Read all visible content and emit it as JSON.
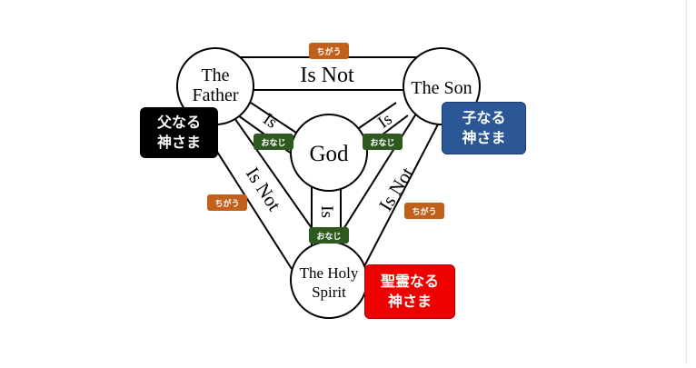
{
  "nodes": {
    "father": {
      "line1": "The",
      "line2": "Father"
    },
    "son": {
      "line1": "The Son"
    },
    "spirit": {
      "line1": "The Holy",
      "line2": "Spirit"
    },
    "god": {
      "line1": "God"
    }
  },
  "edges": {
    "father_son": "Is Not",
    "father_spirit": "Is Not",
    "son_spirit": "Is Not",
    "father_god": "Is",
    "son_god": "Is",
    "spirit_god": "Is"
  },
  "tags": {
    "diff_top": "ちがう",
    "diff_left": "ちがう",
    "diff_right": "ちがう",
    "same_left": "おなじ",
    "same_right": "おなじ",
    "same_bottom": "おなじ"
  },
  "boxes": {
    "father": {
      "line1": "父なる",
      "line2": "神さま",
      "color": "#000000"
    },
    "son": {
      "line1": "子なる",
      "line2": "神さま",
      "color": "#2b5797"
    },
    "spirit": {
      "line1": "聖霊なる",
      "line2": "神さま",
      "color": "#ee0000"
    }
  }
}
